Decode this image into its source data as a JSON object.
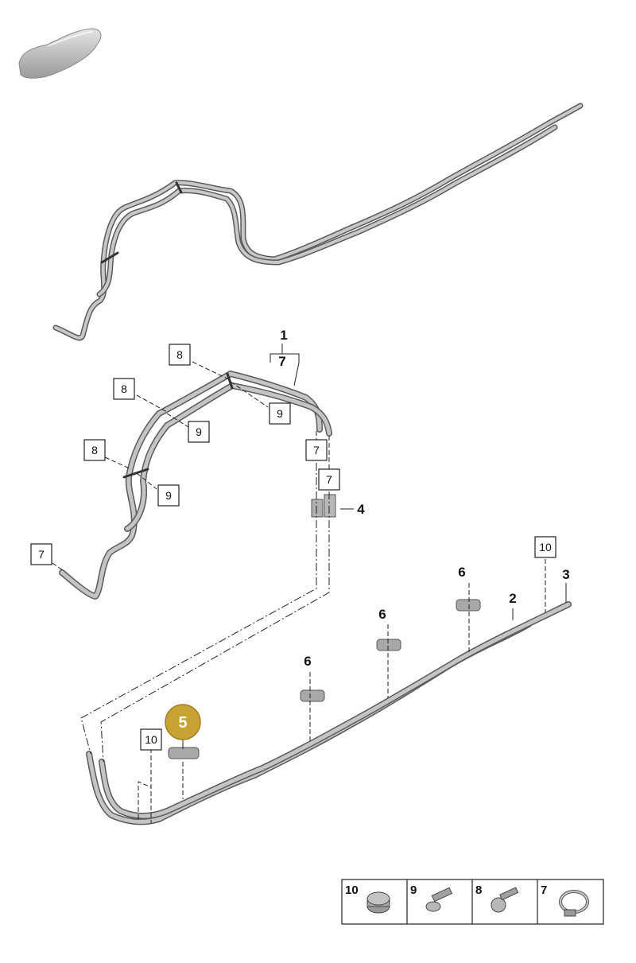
{
  "diagram": {
    "colors": {
      "pipe": "#b5b5b5",
      "pipe_dark": "#5a5a5a",
      "line": "#222222",
      "highlight": "#c9a234",
      "highlight_border": "#a0801f"
    },
    "icons": [
      "car-silhouette-icon",
      "hose-clamp-icon",
      "torx-screw-icon",
      "bolt-icon",
      "grommet-icon",
      "pipe-holder-icon"
    ],
    "callouts": {
      "c1": "1",
      "c1_sub": "7",
      "c2": "2",
      "c3": "3",
      "c4": "4",
      "c5": "5",
      "c6a": "6",
      "c6b": "6",
      "c6c": "6",
      "b8a": "8",
      "b8b": "8",
      "b8c": "8",
      "b9a": "9",
      "b9b": "9",
      "b9c": "9",
      "b7a": "7",
      "b7b": "7",
      "b7c": "7",
      "b10a": "10",
      "b10b": "10"
    },
    "legend": [
      {
        "num": "10",
        "icon": "grommet-icon"
      },
      {
        "num": "9",
        "icon": "torx-screw-icon"
      },
      {
        "num": "8",
        "icon": "bolt-icon"
      },
      {
        "num": "7",
        "icon": "hose-clamp-icon"
      }
    ]
  }
}
